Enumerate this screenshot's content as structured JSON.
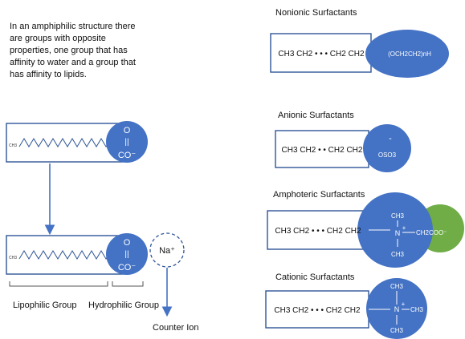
{
  "intro_text": "In an amphiphilic structure there are groups with opposite properties, one group that has affinity to water and a group that has affinity to lipids.",
  "left": {
    "top_molecule": {
      "tail_label": "CH3",
      "head_top": "O",
      "head_bond": "||",
      "head_bottom": "CO⁻"
    },
    "bottom_molecule": {
      "tail_label": "CH3",
      "head_top": "O",
      "head_bond": "||",
      "head_bottom": "CO⁻",
      "ion": "Na⁺"
    },
    "lipophilic_label": "Lipophilic Group",
    "hydrophilic_label": "Hydrophilic Group",
    "counter_ion_label": "Counter Ion"
  },
  "right": {
    "nonionic": {
      "title": "Nonionic Surfactants",
      "chain": "CH3 CH2 • • • CH2 CH2",
      "head": "(OCH2CH2)nH"
    },
    "anionic": {
      "title": "Anionic Surfactants",
      "chain": "CH3 CH2 • • CH2 CH2",
      "head_charge": "-",
      "head": "OSO3"
    },
    "amphoteric": {
      "title": "Amphoteric Surfactants",
      "chain": "CH3 CH2 • • • CH2 CH2",
      "n_top": "CH3",
      "n": "N",
      "charge": "+",
      "n_bottom": "CH3",
      "tail_group": "CH2COO⁻"
    },
    "cationic": {
      "title": "Cationic Surfactants",
      "chain": "CH3 CH2 • • • CH2 CH2",
      "n_top": "CH3",
      "n": "N",
      "charge": "+",
      "n_right": "CH3",
      "n_bottom": "CH3"
    }
  },
  "colors": {
    "head_blue": "#4472C4",
    "head_green": "#70AD47",
    "outline": "#2F5597"
  }
}
